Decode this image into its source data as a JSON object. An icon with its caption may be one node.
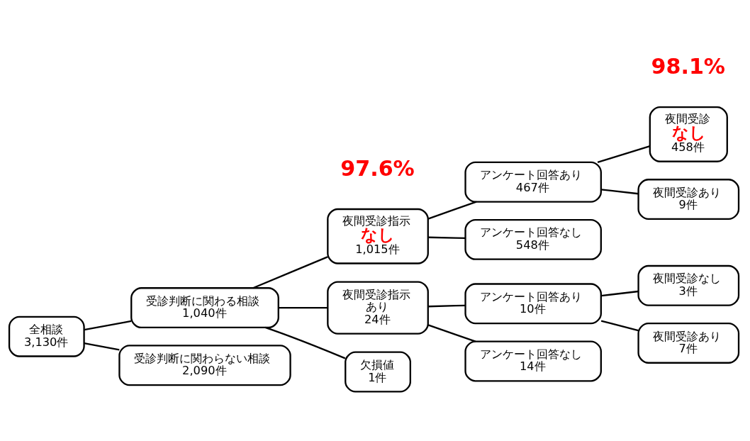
{
  "diagram": {
    "nodes": [
      {
        "text": [
          "全相談",
          "3,130件"
        ]
      },
      {
        "text": [
          "受診判断に関わる相談",
          "1,040件"
        ]
      },
      {
        "text": [
          "受診判断に関わらない相談",
          "2,090件"
        ]
      },
      {
        "text": [
          "夜間受診指示",
          "なし",
          "1,015件"
        ]
      },
      {
        "text": [
          "夜間受診指示",
          "あり",
          "24件"
        ]
      },
      {
        "text": [
          "欠損値",
          "1件"
        ]
      },
      {
        "text": [
          "アンケート回答あり",
          "467件"
        ]
      },
      {
        "text": [
          "アンケート回答なし",
          "548件"
        ]
      },
      {
        "text": [
          "アンケート回答あり",
          "10件"
        ]
      },
      {
        "text": [
          "アンケート回答なし",
          "14件"
        ]
      },
      {
        "text": [
          "夜間受診",
          "なし",
          "458件"
        ]
      },
      {
        "text": [
          "夜間受診あり",
          "9件"
        ]
      },
      {
        "text": [
          "夜間受診なし",
          "3件"
        ]
      },
      {
        "text": [
          "夜間受診あり",
          "7件"
        ]
      }
    ],
    "edges": [
      {
        "from": 0,
        "to": 1,
        "arrow": "none"
      },
      {
        "from": 0,
        "to": 2,
        "arrow": "none"
      },
      {
        "from": 1,
        "to": 3,
        "arrow": "none"
      },
      {
        "from": 1,
        "to": 4,
        "arrow": "none"
      },
      {
        "from": 1,
        "to": 5,
        "arrow": "none"
      },
      {
        "from": 3,
        "to": 6,
        "arrow": "none"
      },
      {
        "from": 3,
        "to": 7,
        "arrow": "none"
      },
      {
        "from": 4,
        "to": 8,
        "arrow": "none"
      },
      {
        "from": 4,
        "to": 9,
        "arrow": "none"
      },
      {
        "from": 6,
        "to": 10,
        "arrow": "none"
      },
      {
        "from": 6,
        "to": 11,
        "arrow": "none"
      },
      {
        "from": 8,
        "to": 12,
        "arrow": "none"
      },
      {
        "from": 8,
        "to": 13,
        "arrow": "none"
      }
    ],
    "labels": [
      "97.6%",
      "98.1%"
    ]
  }
}
